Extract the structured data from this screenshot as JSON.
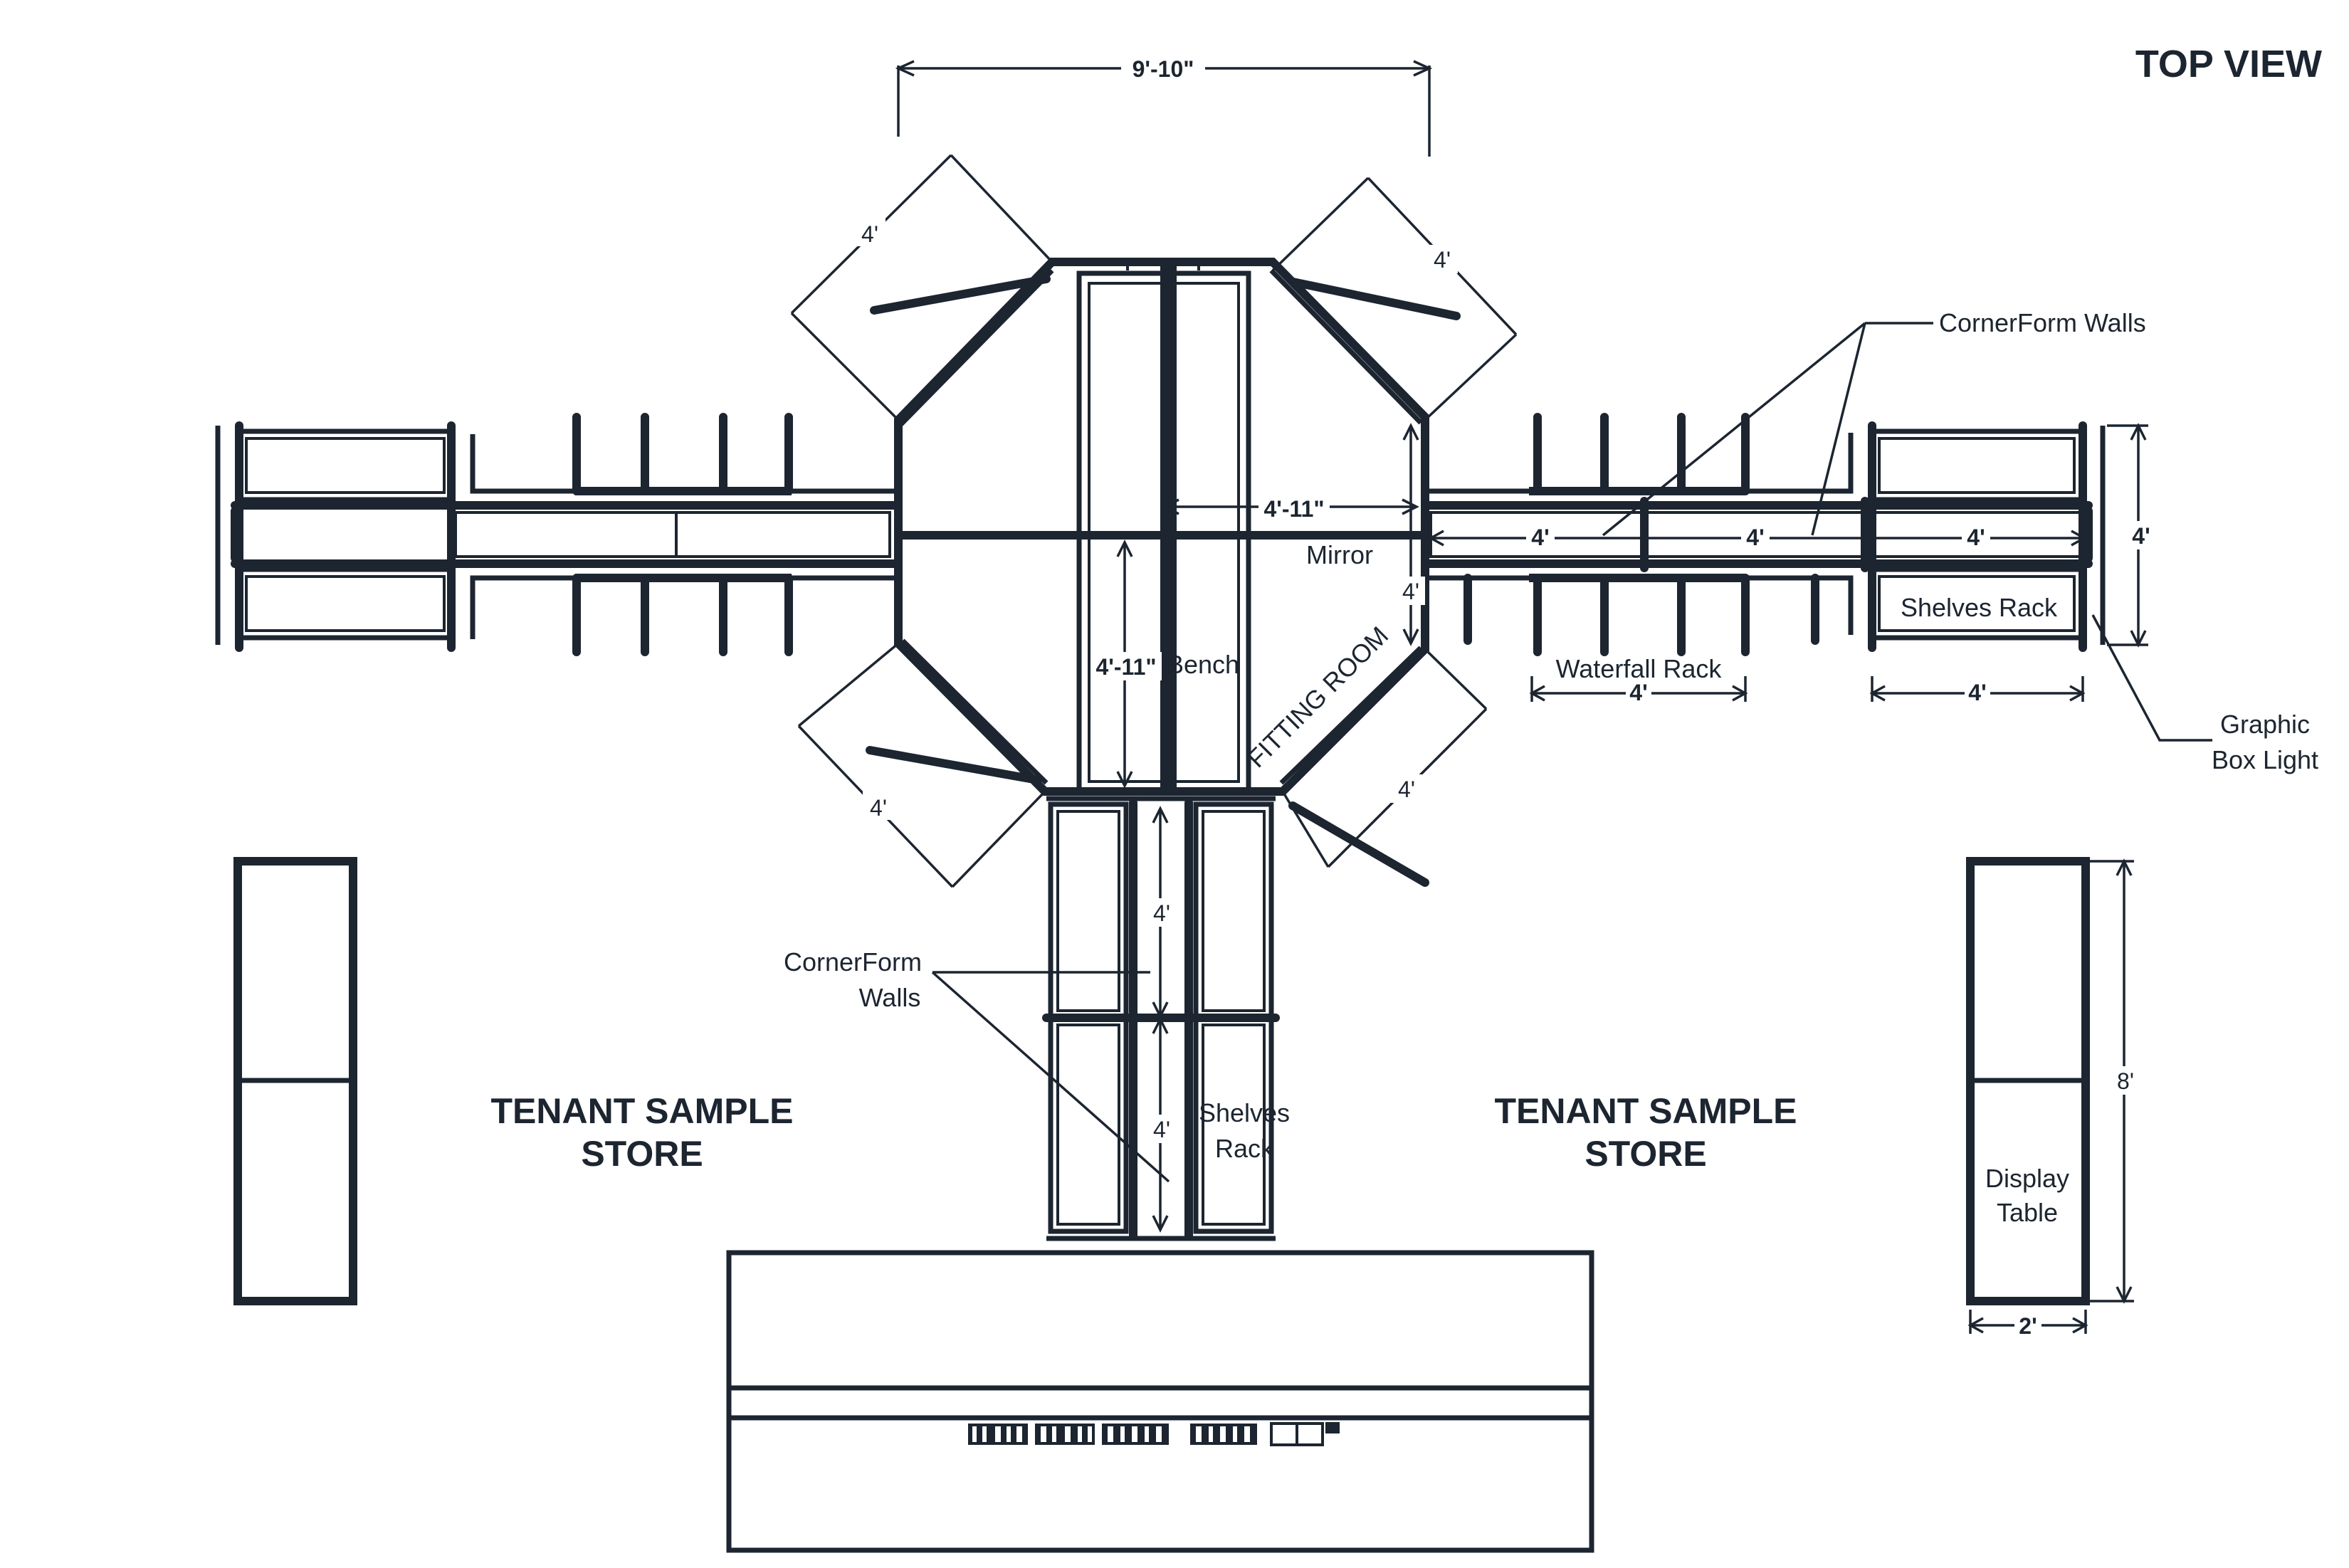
{
  "title": "TOP VIEW",
  "labels": {
    "cornerform_walls_right": "CornerForm Walls",
    "cornerform_walls_center_1": "CornerForm",
    "cornerform_walls_center_2": "Walls",
    "mirror": "Mirror",
    "bench": "Bench",
    "fitting_room": "FITTING ROOM",
    "waterfall_rack": "Waterfall Rack",
    "shelves_rack_right": "Shelves Rack",
    "shelves_rack_center_1": "Shelves",
    "shelves_rack_center_2": "Rack",
    "graphic_box_light_1": "Graphic",
    "graphic_box_light_2": "Box Light",
    "display_table_1": "Display",
    "display_table_2": "Table",
    "tenant_left_1": "TENANT SAMPLE",
    "tenant_left_2": "STORE",
    "tenant_right_1": "TENANT SAMPLE",
    "tenant_right_2": "STORE"
  },
  "dimensions": {
    "top_width": "9'-10\"",
    "diag_top_left": "4'",
    "diag_top_right": "4'",
    "diag_bottom_left": "4'",
    "diag_bottom_right": "4'",
    "room_width": "4'-11\"",
    "room_depth": "4'-11\"",
    "arm_right_height": "4'",
    "right_seg_1": "4'",
    "right_seg_2": "4'",
    "right_seg_3": "4'",
    "right_end_height": "4'",
    "waterfall_width": "4'",
    "shelves_width": "4'",
    "south_upper": "4'",
    "south_lower": "4'",
    "display_length": "8'",
    "display_width": "2'"
  }
}
